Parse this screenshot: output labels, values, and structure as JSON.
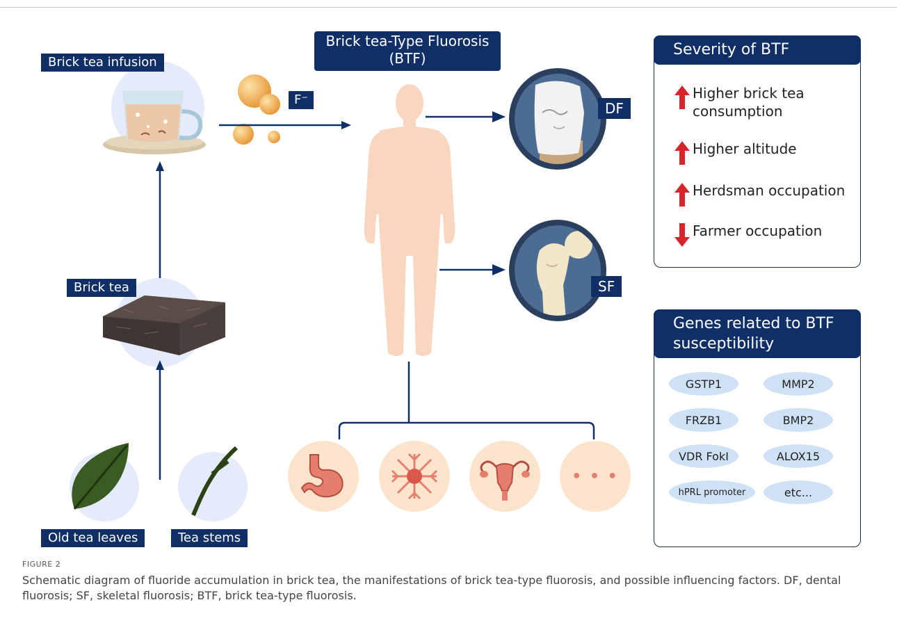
{
  "labels": {
    "brick_tea_infusion": "Brick tea infusion",
    "brick_tea": "Brick tea",
    "old_tea_leaves": "Old tea leaves",
    "tea_stems": "Tea stems",
    "fluoride": "F⁻",
    "btf_title_line1": "Brick tea-Type Fluorosis",
    "btf_title_line2": "(BTF)",
    "df": "DF",
    "sf": "SF",
    "more": "• • •"
  },
  "severity": {
    "title": "Severity of BTF",
    "items": [
      {
        "direction": "up",
        "line1": "Higher brick tea",
        "line2": "consumption"
      },
      {
        "direction": "up",
        "line1": "Higher altitude",
        "line2": ""
      },
      {
        "direction": "up",
        "line1": "Herdsman occupation",
        "line2": ""
      },
      {
        "direction": "down",
        "line1": "Farmer occupation",
        "line2": ""
      }
    ]
  },
  "genes": {
    "title_line1": "Genes related to BTF",
    "title_line2": "susceptibility",
    "items": [
      "GSTP1",
      "MMP2",
      "FRZB1",
      "BMP2",
      "VDR FokI",
      "ALOX15",
      "hPRL promoter",
      "etc..."
    ]
  },
  "caption": {
    "figure_label": "FIGURE 2",
    "text": "Schematic diagram of fluoride accumulation in brick tea, the manifestations of brick tea-type fluorosis, and possible influencing factors. DF, dental fluorosis; SF, skeletal fluorosis; BTF, brick tea-type fluorosis."
  },
  "colors": {
    "navy": "#102f66",
    "arrow_red": "#d7262b",
    "gene_fill": "#cfe1f5",
    "body_skin": "#f8d6bf",
    "organ_circle": "#fbe4cb",
    "light_circle": "#e6ebfb"
  }
}
